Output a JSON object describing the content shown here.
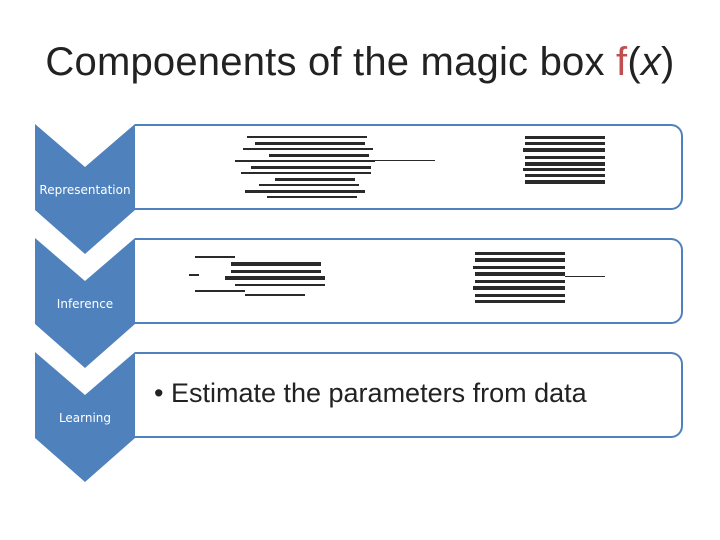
{
  "slide": {
    "title_prefix": "Compoenents of the magic box ",
    "title_f": "f",
    "title_open": "(",
    "title_x": "x",
    "title_close": ")"
  },
  "steps": [
    {
      "label": "Representation"
    },
    {
      "label": "Inference"
    },
    {
      "label": "Learning",
      "bullet": "• Estimate the parameters from data"
    }
  ],
  "colors": {
    "chevron": "#4f81bd",
    "title_accent": "#c0504d"
  }
}
